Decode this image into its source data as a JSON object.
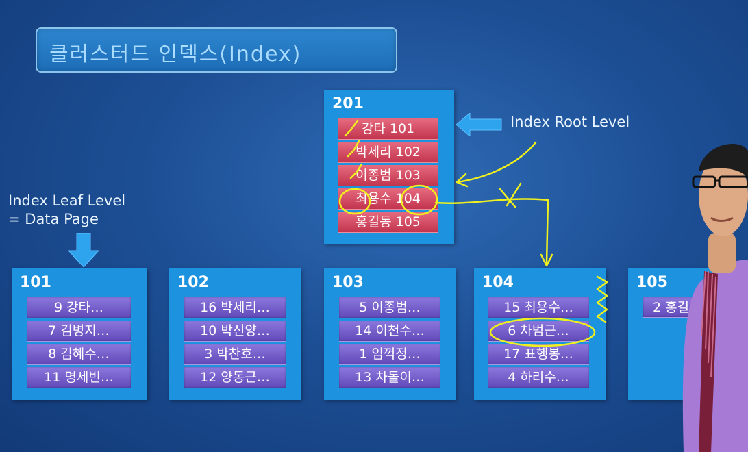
{
  "title": "클러스터드 인덱스(Index)",
  "labels": {
    "root_level": "Index Root Level",
    "leaf_level_line1": "Index Leaf Level",
    "leaf_level_line2": "= Data Page"
  },
  "root": {
    "page": "201",
    "rows": [
      "강타  101",
      "박세리 102",
      "이종범 103",
      "최용수 104",
      "홍길동 105"
    ]
  },
  "leaves": [
    {
      "page": "101",
      "rows": [
        "9 강타…",
        "7 김병지…",
        "8 김혜수…",
        "11 명세빈…"
      ]
    },
    {
      "page": "102",
      "rows": [
        "16 박세리…",
        "10 박신양…",
        "3 박찬호…",
        "12 양동근…"
      ]
    },
    {
      "page": "103",
      "rows": [
        "5 이종범…",
        "14 이천수…",
        "1 임꺽정…",
        "13 차돌이…"
      ]
    },
    {
      "page": "104",
      "rows": [
        "15 최용수…",
        "6 차범근…",
        "17 표행봉…",
        "4 하리수…"
      ]
    },
    {
      "page": "105",
      "rows": [
        "2 홍길"
      ]
    }
  ],
  "colors": {
    "background": "#1d4f95",
    "page_box": "#1d93e0",
    "root_row": "#d24d64",
    "leaf_row": "#7460cc",
    "annotation_ink": "#f0f01e"
  }
}
